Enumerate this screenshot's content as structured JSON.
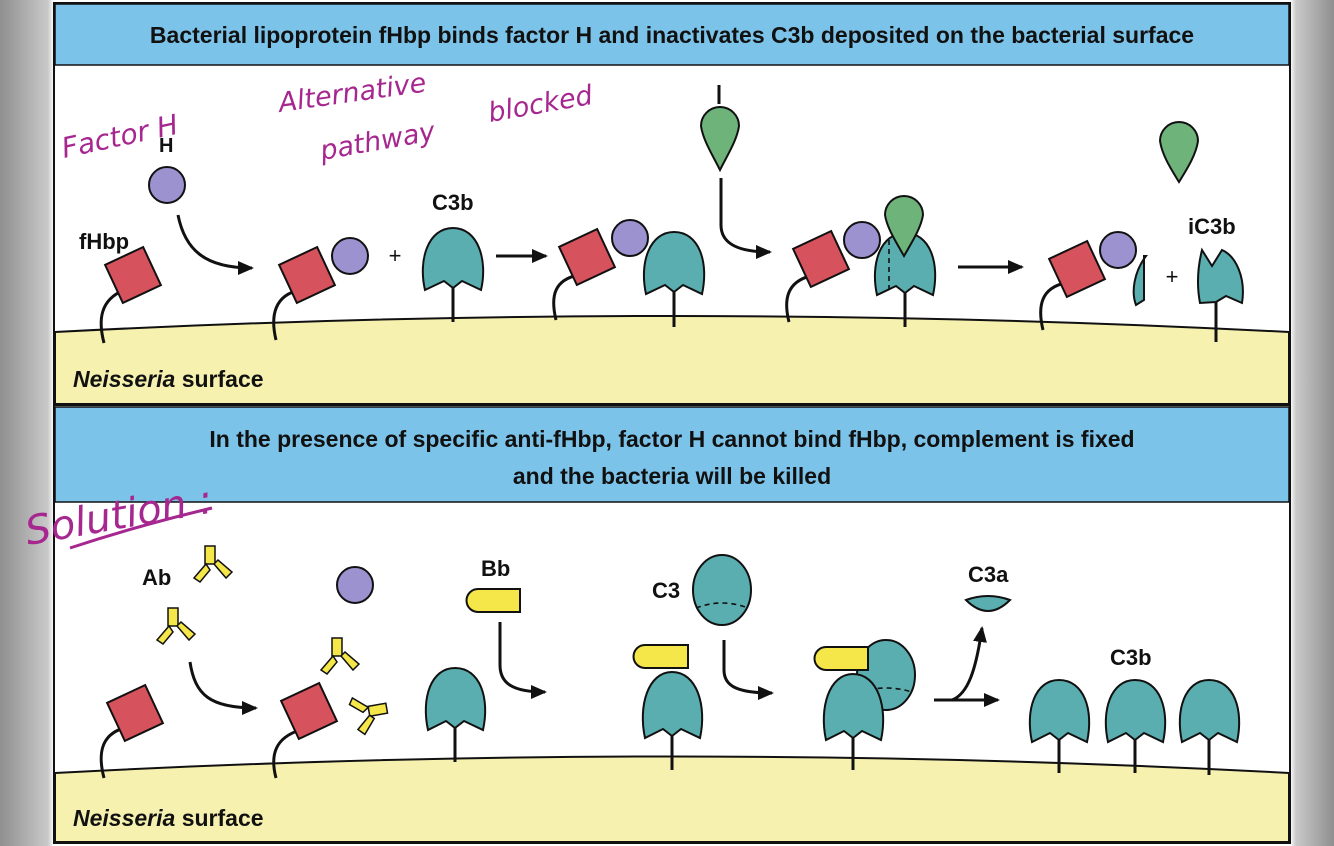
{
  "top_panel": {
    "title": "Bacterial lipoprotein fHbp binds factor H and inactivates C3b deposited on the bacterial surface",
    "labels": {
      "fhbp": "fHbp",
      "h": "H",
      "plus": "+",
      "c3b": "C3b",
      "i": "I",
      "ic3b": "iC3b"
    },
    "surface_italic": "Neisseria",
    "surface_rest": " surface",
    "annotations": {
      "factor_h": "Factor H",
      "alt_line1": "Alternative",
      "alt_line2": "pathway",
      "alt_line3": "blocked"
    }
  },
  "bottom_panel": {
    "title_line1": "In the presence of specific anti-fHbp, factor H cannot bind fHbp, complement is fixed",
    "title_line2": "and the bacteria will be killed",
    "labels": {
      "ab": "Ab",
      "bb": "Bb",
      "c3": "C3",
      "c3a": "C3a",
      "c3b": "C3b"
    },
    "surface_italic": "Neisseria",
    "surface_rest": " surface",
    "annotations": {
      "solution": "Solution :"
    }
  },
  "colors": {
    "header_blue": "#7cc3ea",
    "surface_yellow": "#f7f1b0",
    "fhbp_red": "#d6525c",
    "factor_h_purple": "#9b92cf",
    "c3b_teal": "#5aaeb0",
    "factor_i_green": "#6db37a",
    "antibody_yellow": "#f5e64a",
    "annotation_magenta": "#a5278f"
  }
}
